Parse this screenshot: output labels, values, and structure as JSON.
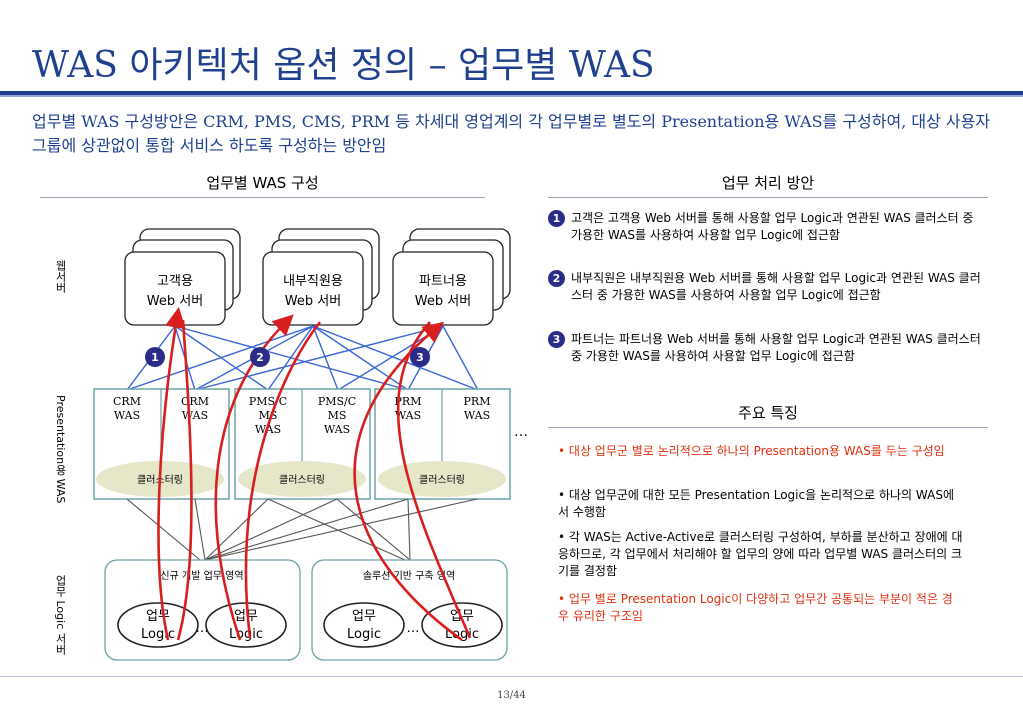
{
  "title": "WAS 아키텍처 옵션 정의 – 업무별 WAS",
  "intro": "업무별 WAS 구성방안은 CRM, PMS, CMS, PRM 등 차세대 영업계의 각 업무별로 별도의 Presentation용 WAS를 구성하여, 대상 사용자 그룹에 상관없이 통합 서비스 하도록 구성하는 방안임",
  "left_section": {
    "title": "업무별 WAS 구성",
    "label_web": "웹서버",
    "label_was": "Presentation용 WAS",
    "label_logic": "업무 Logic 서버",
    "web_servers": [
      {
        "line1": "고객용",
        "line2": "Web 서버"
      },
      {
        "line1": "내부직원용",
        "line2": "Web 서버"
      },
      {
        "line1": "파트너용",
        "line2": "Web 서버"
      }
    ],
    "badges": [
      "1",
      "2",
      "3"
    ],
    "was_boxes": [
      [
        "CRM",
        "WAS"
      ],
      [
        "CRM",
        "WAS"
      ],
      [
        "PMS/C",
        "MS",
        "WAS"
      ],
      [
        "PMS/C",
        "MS",
        "WAS"
      ],
      [
        "PRM",
        "WAS"
      ],
      [
        "PRM",
        "WAS"
      ]
    ],
    "cluster_label": "클러스터링",
    "ellipsis": "…",
    "logic_groups": [
      {
        "title": "신규 개발 업무 영역",
        "items": [
          {
            "line1": "업무",
            "line2": "Logic"
          },
          {
            "line1": "업무",
            "line2": "Logic"
          }
        ]
      },
      {
        "title": "솔루션 기반 구축 영역",
        "items": [
          {
            "line1": "업무",
            "line2": "Logic"
          },
          {
            "line1": "업무",
            "line2": "Logic"
          }
        ]
      }
    ]
  },
  "right_top": {
    "title": "업무 처리 방안",
    "items": [
      {
        "num": "1",
        "text": "고객은 고객용 Web 서버를 통해 사용할 업무 Logic과 연관된 WAS 클러스터 중 가용한 WAS를 사용하여 사용할 업무 Logic에 접근함"
      },
      {
        "num": "2",
        "text": "내부직원은 내부직원용 Web 서버를 통해 사용할 업무 Logic과 연관된 WAS 클러스터 중 가용한 WAS를 사용하여 사용할 업무 Logic에 접근함"
      },
      {
        "num": "3",
        "text": "파트너는 파트너용 Web 서버를 통해 사용할 업무 Logic과 연관된 WAS 클러스터 중 가용한 WAS를 사용하여 사용할 업무 Logic에 접근함"
      }
    ]
  },
  "right_bottom": {
    "title": "주요 특징",
    "bullets": [
      {
        "text": "대상 업무군 별로 논리적으로 하나의 Presentation용 WAS를 두는 구성임",
        "highlight": true
      },
      {
        "text": "대상 업무군에 대한 모든 Presentation Logic을 논리적으로 하나의 WAS에서 수행함",
        "highlight": false
      },
      {
        "text": "각 WAS는 Active-Active로 클러스터링 구성하여, 부하를 분산하고 장애에 대응하므로, 각 업무에서 처리해야 할 업무의 양에 따라 업무별 WAS 클러스터의 크기를 결정함",
        "highlight": false
      },
      {
        "text": "업무 별로 Presentation Logic이 다양하고 업무간 공통되는 부분이 적은 경우 유리한 구조임",
        "highlight": true
      }
    ]
  },
  "page_number": "13/44",
  "colors": {
    "title_blue": "#1f3f8f",
    "badge_navy": "#2b2b88",
    "line_blue": "#3a66d6",
    "flow_red": "#d81e1e",
    "cluster_fill": "#e6e6c8",
    "highlight_red": "#e03010",
    "was_border": "#6aa3a8"
  }
}
